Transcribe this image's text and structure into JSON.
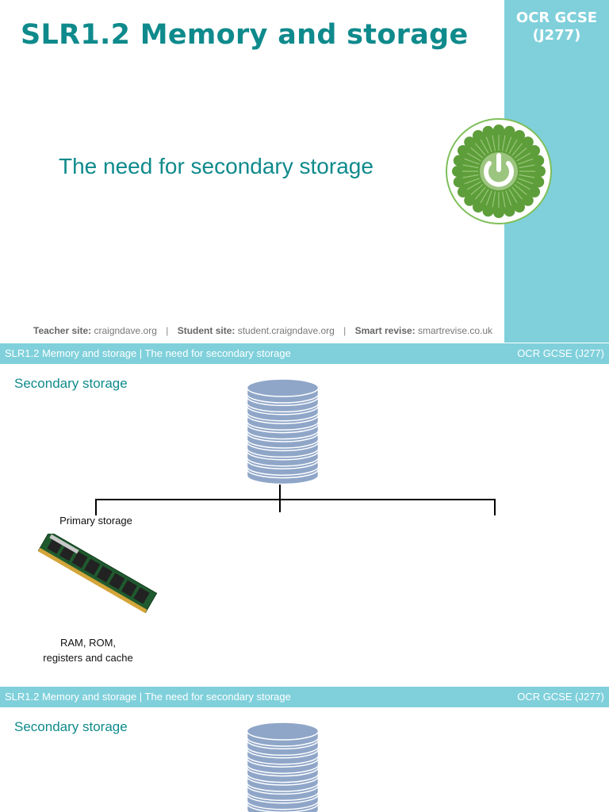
{
  "slide1": {
    "title": "SLR1.2 Memory and storage",
    "badge_line1": "OCR GCSE",
    "badge_line2": "(J277)",
    "subtitle": "The need for secondary storage",
    "footer": {
      "teacher_label": "Teacher site:",
      "teacher_url": "craigndave.org",
      "student_label": "Student site:",
      "student_url": "student.craigndave.org",
      "revise_label": "Smart revise:",
      "revise_url": "smartrevise.co.uk",
      "separator": "|"
    }
  },
  "header_strip": {
    "left": "SLR1.2 Memory and storage | The need for secondary storage",
    "right": "OCR GCSE (J277)"
  },
  "slide2": {
    "heading": "Secondary storage",
    "primary_label": "Primary storage",
    "ram_caption_line1": "RAM, ROM,",
    "ram_caption_line2": "registers and cache"
  },
  "slide3": {
    "heading": "Secondary storage"
  },
  "colors": {
    "accent": "#7fd0db",
    "title": "#0f8a8c",
    "database": "#8fa6c8",
    "logo_green": "#5e9e3a"
  }
}
